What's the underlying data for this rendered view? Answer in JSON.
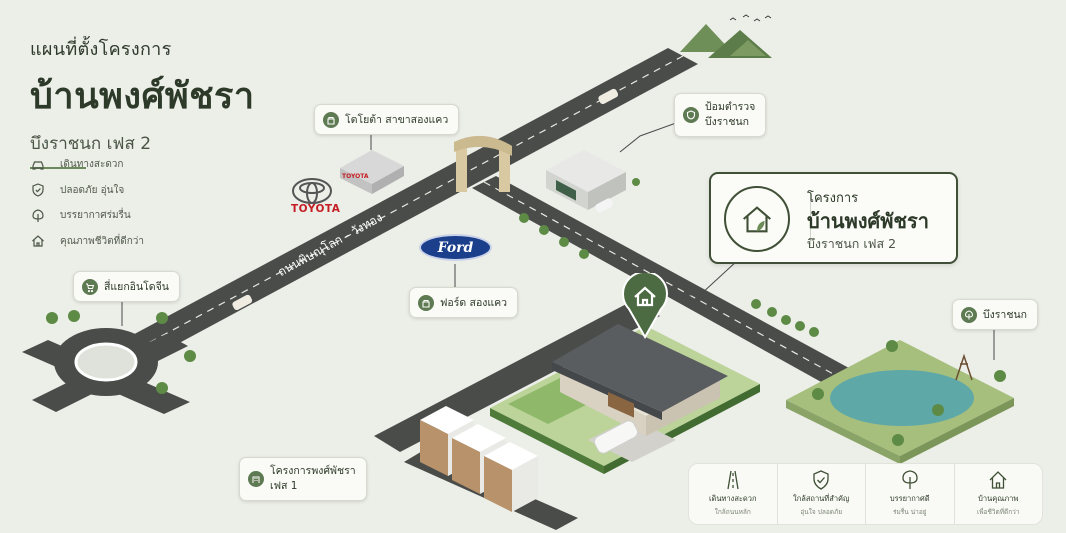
{
  "header": {
    "subtitle": "แผนที่ตั้งโครงการ",
    "title": "บ้านพงศ์พัชรา",
    "phase": "บึงราชนก เฟส 2"
  },
  "features": [
    {
      "icon": "car-icon",
      "label": "เดินทางสะดวก"
    },
    {
      "icon": "shield-check-icon",
      "label": "ปลอดภัย อุ่นใจ"
    },
    {
      "icon": "tree-icon",
      "label": "บรรยากาศร่มรื่น"
    },
    {
      "icon": "home-icon",
      "label": "คุณภาพชีวิตที่ดีกว่า"
    }
  ],
  "pins": {
    "toyota": "โตโยต้า สาขาสองแคว",
    "police_line1": "ป้อมตำรวจ",
    "police_line2": "บึงราชนก",
    "intersection": "สี่แยกอินโดจีน",
    "ford": "ฟอร์ด สองแคว",
    "lake": "บึงราชนก",
    "phase1_line1": "โครงการพงศ์พัชรา",
    "phase1_line2": "เฟส 1"
  },
  "project_card": {
    "label": "โครงการ",
    "name": "บ้านพงศ์พัชรา",
    "phase": "บึงราชนก เฟส 2"
  },
  "road_label": "ถนนพิษณุโลก - วังทอง",
  "logos": {
    "toyota": "TOYOTA",
    "toyota_sign": "TOYOTA",
    "ford": "Ford"
  },
  "bottom_bar": [
    {
      "icon": "road-icon",
      "label": "เดินทางสะดวก",
      "sub": "ใกล้ถนนหลัก"
    },
    {
      "icon": "shield-check-icon",
      "label": "ใกล้สถานที่สำคัญ",
      "sub": "อุ่นใจ ปลอดภัย"
    },
    {
      "icon": "tree-icon",
      "label": "บรรยากาศดี",
      "sub": "ร่มรื่น น่าอยู่"
    },
    {
      "icon": "home-icon",
      "label": "บ้านคุณภาพ",
      "sub": "เพื่อชีวิตที่ดีกว่า"
    }
  ],
  "colors": {
    "background": "#eceee8",
    "accent": "#3f5036",
    "road": "#4a4c4a",
    "grass": "#93b06e",
    "water": "#5fa8a8",
    "toyota_red": "#c41e24",
    "ford_blue": "#1c3f8c"
  }
}
